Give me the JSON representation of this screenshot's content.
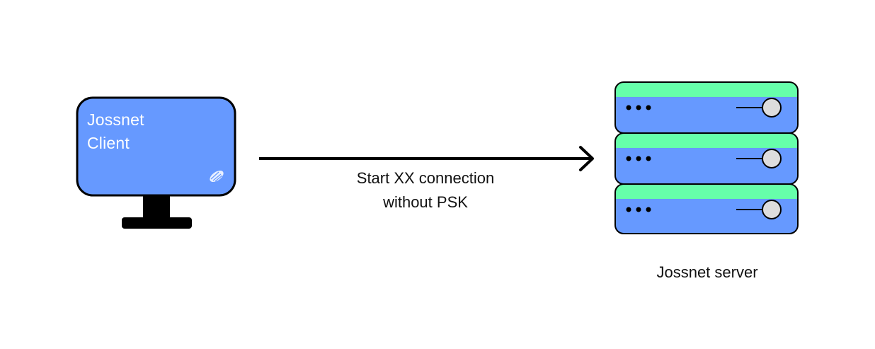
{
  "client": {
    "line1": "Jossnet",
    "line2": "Client",
    "screen_color": "#6699ff"
  },
  "connection": {
    "line1": "Start XX connection",
    "line2": "without PSK"
  },
  "server": {
    "label": "Jossnet server",
    "unit_count": 3,
    "top_color": "#66ffaa",
    "body_color": "#6699ff"
  },
  "stroke_color": "#000000"
}
